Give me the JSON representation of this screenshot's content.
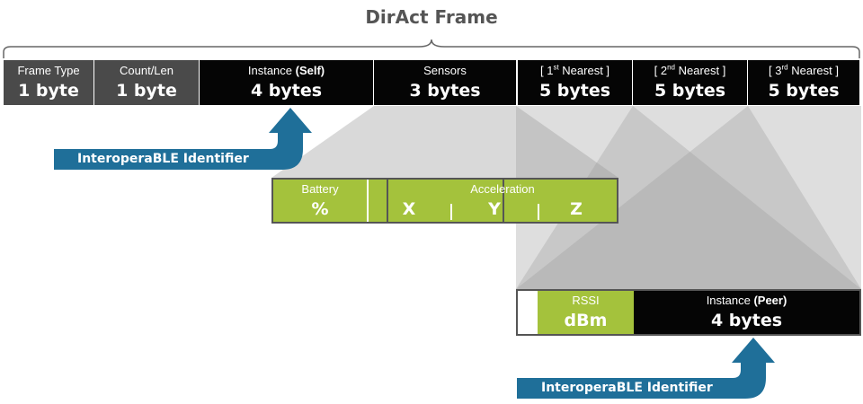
{
  "title": "DirAct Frame",
  "frame": {
    "segments": [
      {
        "label": "Frame Type",
        "value": "1 byte"
      },
      {
        "label": "Count/Len",
        "value": "1 byte"
      },
      {
        "label_pre": "Instance ",
        "label_bold": "(Self)",
        "value": "4 bytes"
      },
      {
        "label": "Sensors",
        "value": "3 bytes"
      },
      {
        "open": "[ 1",
        "sup": "st",
        "close": " Nearest ]",
        "value": "5 bytes"
      },
      {
        "open": "[ 2",
        "sup": "nd",
        "close": " Nearest ]",
        "value": "5 bytes"
      },
      {
        "open": "[ 3",
        "sup": "rd",
        "close": " Nearest ]",
        "value": "5 bytes"
      }
    ]
  },
  "sensors": {
    "battery_label": "Battery",
    "battery_unit": "%",
    "acceleration_label": "Acceleration",
    "x": "X",
    "y": "Y",
    "z": "Z"
  },
  "nearest": {
    "rssi_label": "RSSI",
    "rssi_unit": "dBm",
    "instance_pre": "Instance ",
    "instance_bold": "(Peer)",
    "instance_value": "4 bytes"
  },
  "arrows": {
    "self_label": "InteroperaBLE Identifier",
    "peer_label": "InteroperaBLE Identifier"
  },
  "colors": {
    "grey_segment": "#4a4a4a",
    "black_segment": "#050505",
    "green": "#a4c23c",
    "blue_arrow": "#1f6f99",
    "shade": "#d3d3d3"
  }
}
